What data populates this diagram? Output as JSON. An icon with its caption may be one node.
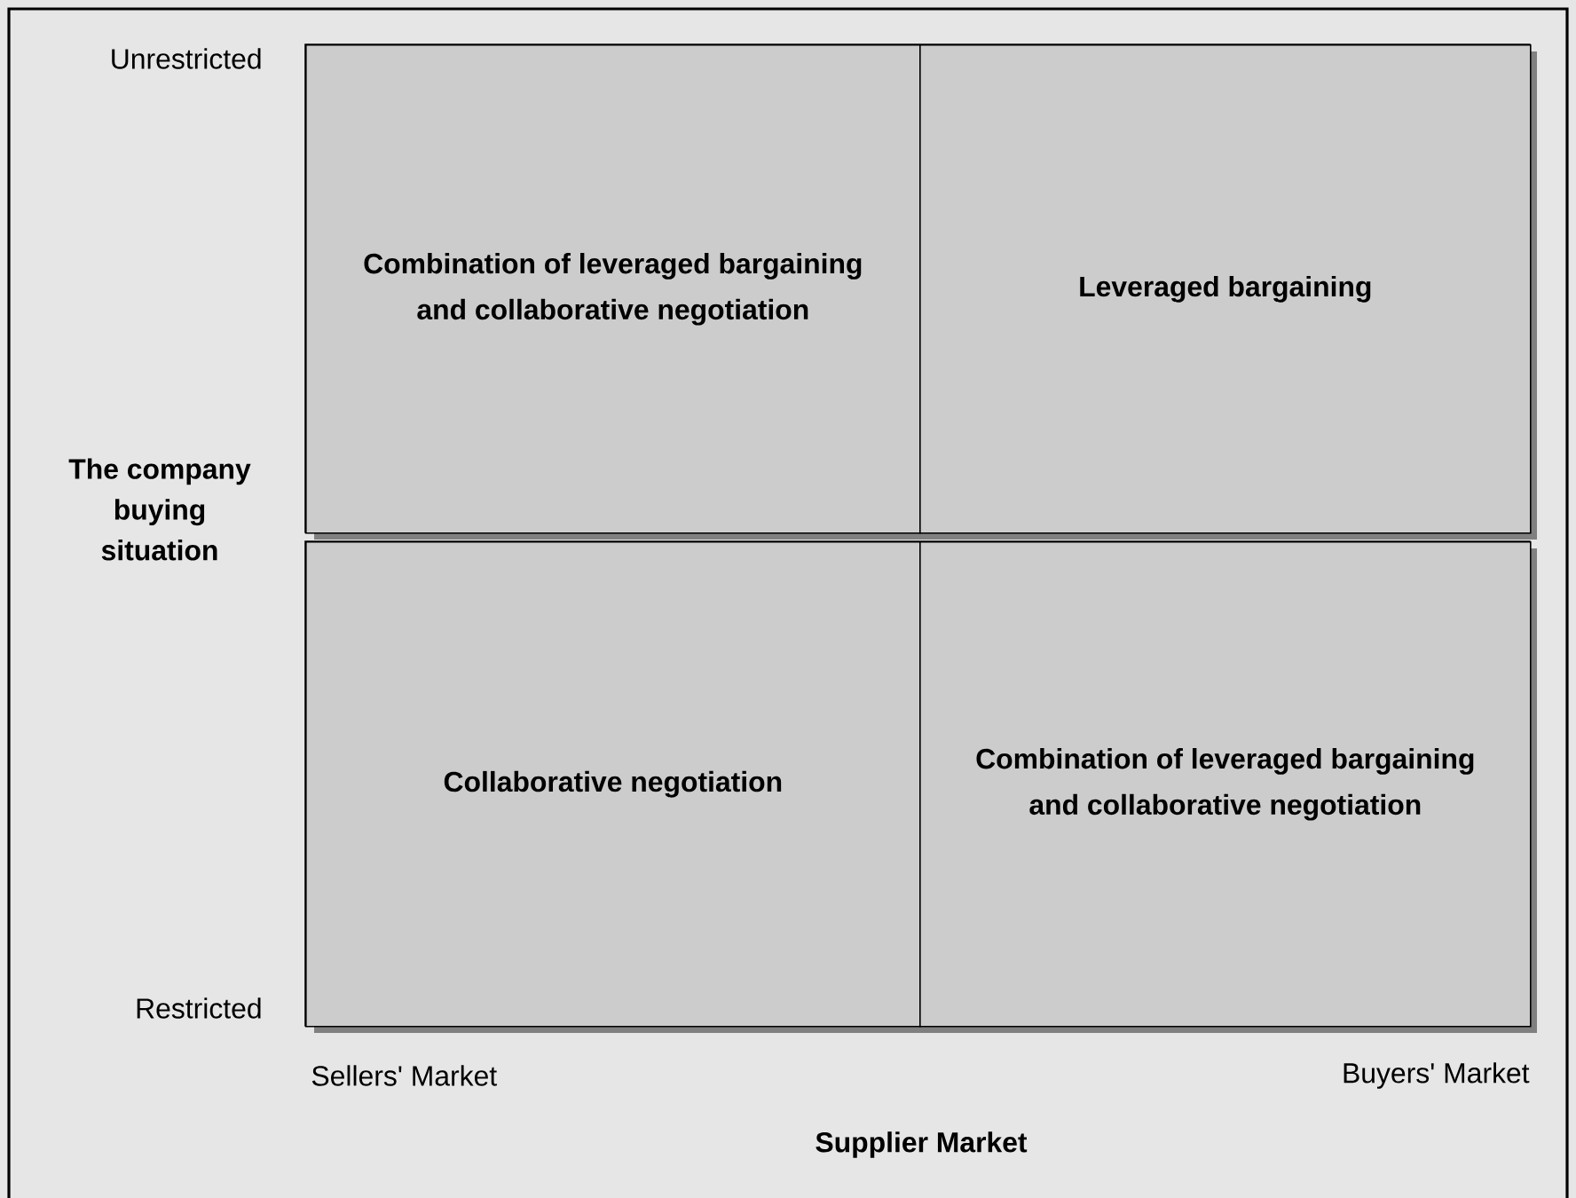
{
  "diagram": {
    "nodes": [
      {
        "text": [
          "Combination of leveraged bargaining and collaborative negotiation"
        ]
      },
      {
        "text": [
          "Leveraged bargaining"
        ]
      },
      {
        "text": [
          "Collaborative negotiation"
        ]
      },
      {
        "text": [
          "Combination of leveraged bargaining and collaborative negotiation"
        ]
      }
    ],
    "labels": [
      "Unrestricted",
      "The company buying situation",
      "Restricted",
      "Sellers' Market",
      "Buyers' Market",
      "Supplier Market"
    ]
  }
}
